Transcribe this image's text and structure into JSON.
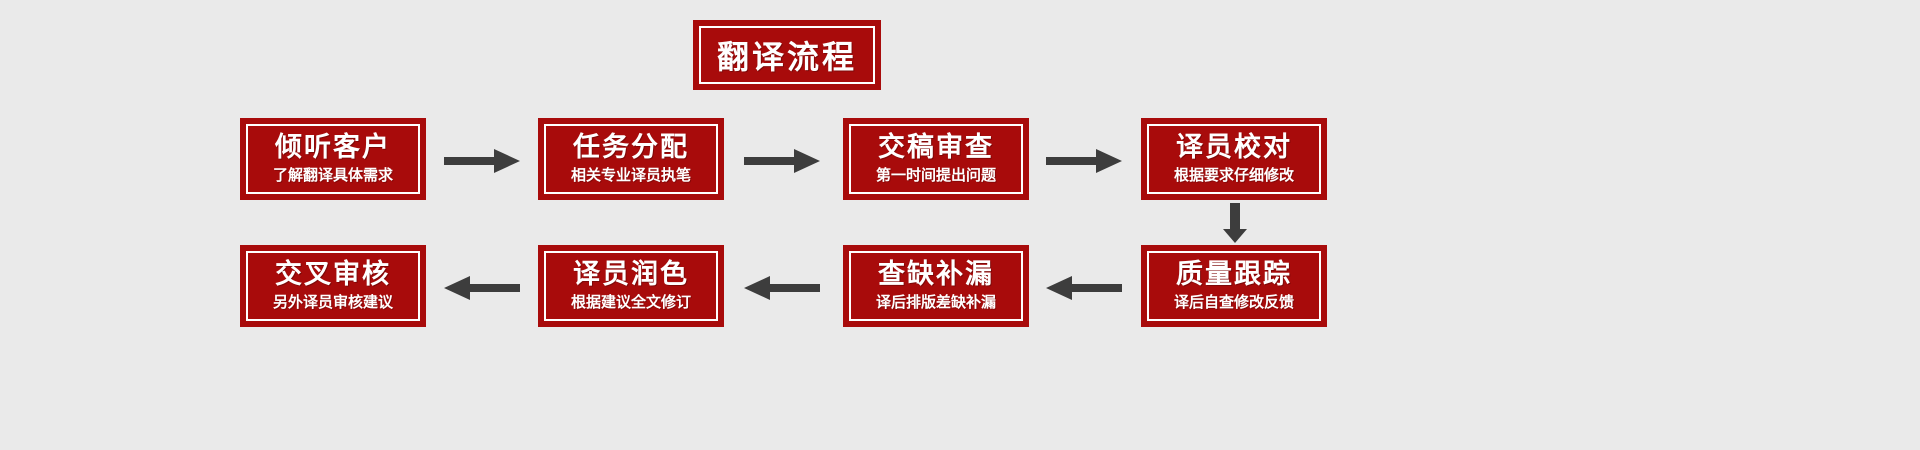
{
  "diagram": {
    "background_color": "#eaeaea",
    "box_fill_color": "#a80b0b",
    "box_border_color": "#ffffff",
    "arrow_color": "#3d3d3d",
    "text_color": "#ffffff",
    "heading": {
      "text": "翻译流程"
    },
    "row1": [
      {
        "title": "倾听客户",
        "subtitle": "了解翻译具体需求"
      },
      {
        "title": "任务分配",
        "subtitle": "相关专业译员执笔"
      },
      {
        "title": "交稿审查",
        "subtitle": "第一时间提出问题"
      },
      {
        "title": "译员校对",
        "subtitle": "根据要求仔细修改"
      }
    ],
    "row2": [
      {
        "title": "交叉审核",
        "subtitle": "另外译员审核建议"
      },
      {
        "title": "译员润色",
        "subtitle": "根据建议全文修订"
      },
      {
        "title": "查缺补漏",
        "subtitle": "译后排版差缺补漏"
      },
      {
        "title": "质量跟踪",
        "subtitle": "译后自查修改反馈"
      }
    ],
    "connectors": {
      "row1_direction": "right",
      "row2_direction": "left",
      "vertical_direction": "down"
    }
  }
}
